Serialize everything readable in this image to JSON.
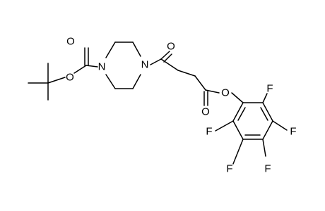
{
  "molecule": {
    "atoms": {
      "o_carbamate_carbonyl": "O",
      "o_carbamate_ester": "O",
      "n_piperazine_boc": "N",
      "n_piperazine_amide": "N",
      "o_amide_carbonyl": "O",
      "o_ester_carbonyl": "O",
      "o_ester_link": "O",
      "f_ortho_top": "F",
      "f_meta_top": "F",
      "f_para": "F",
      "f_meta_bottom": "F",
      "f_ortho_bottom": "F"
    }
  },
  "colors": {
    "bond": "#000000",
    "label": "#000000",
    "background": "#ffffff"
  }
}
